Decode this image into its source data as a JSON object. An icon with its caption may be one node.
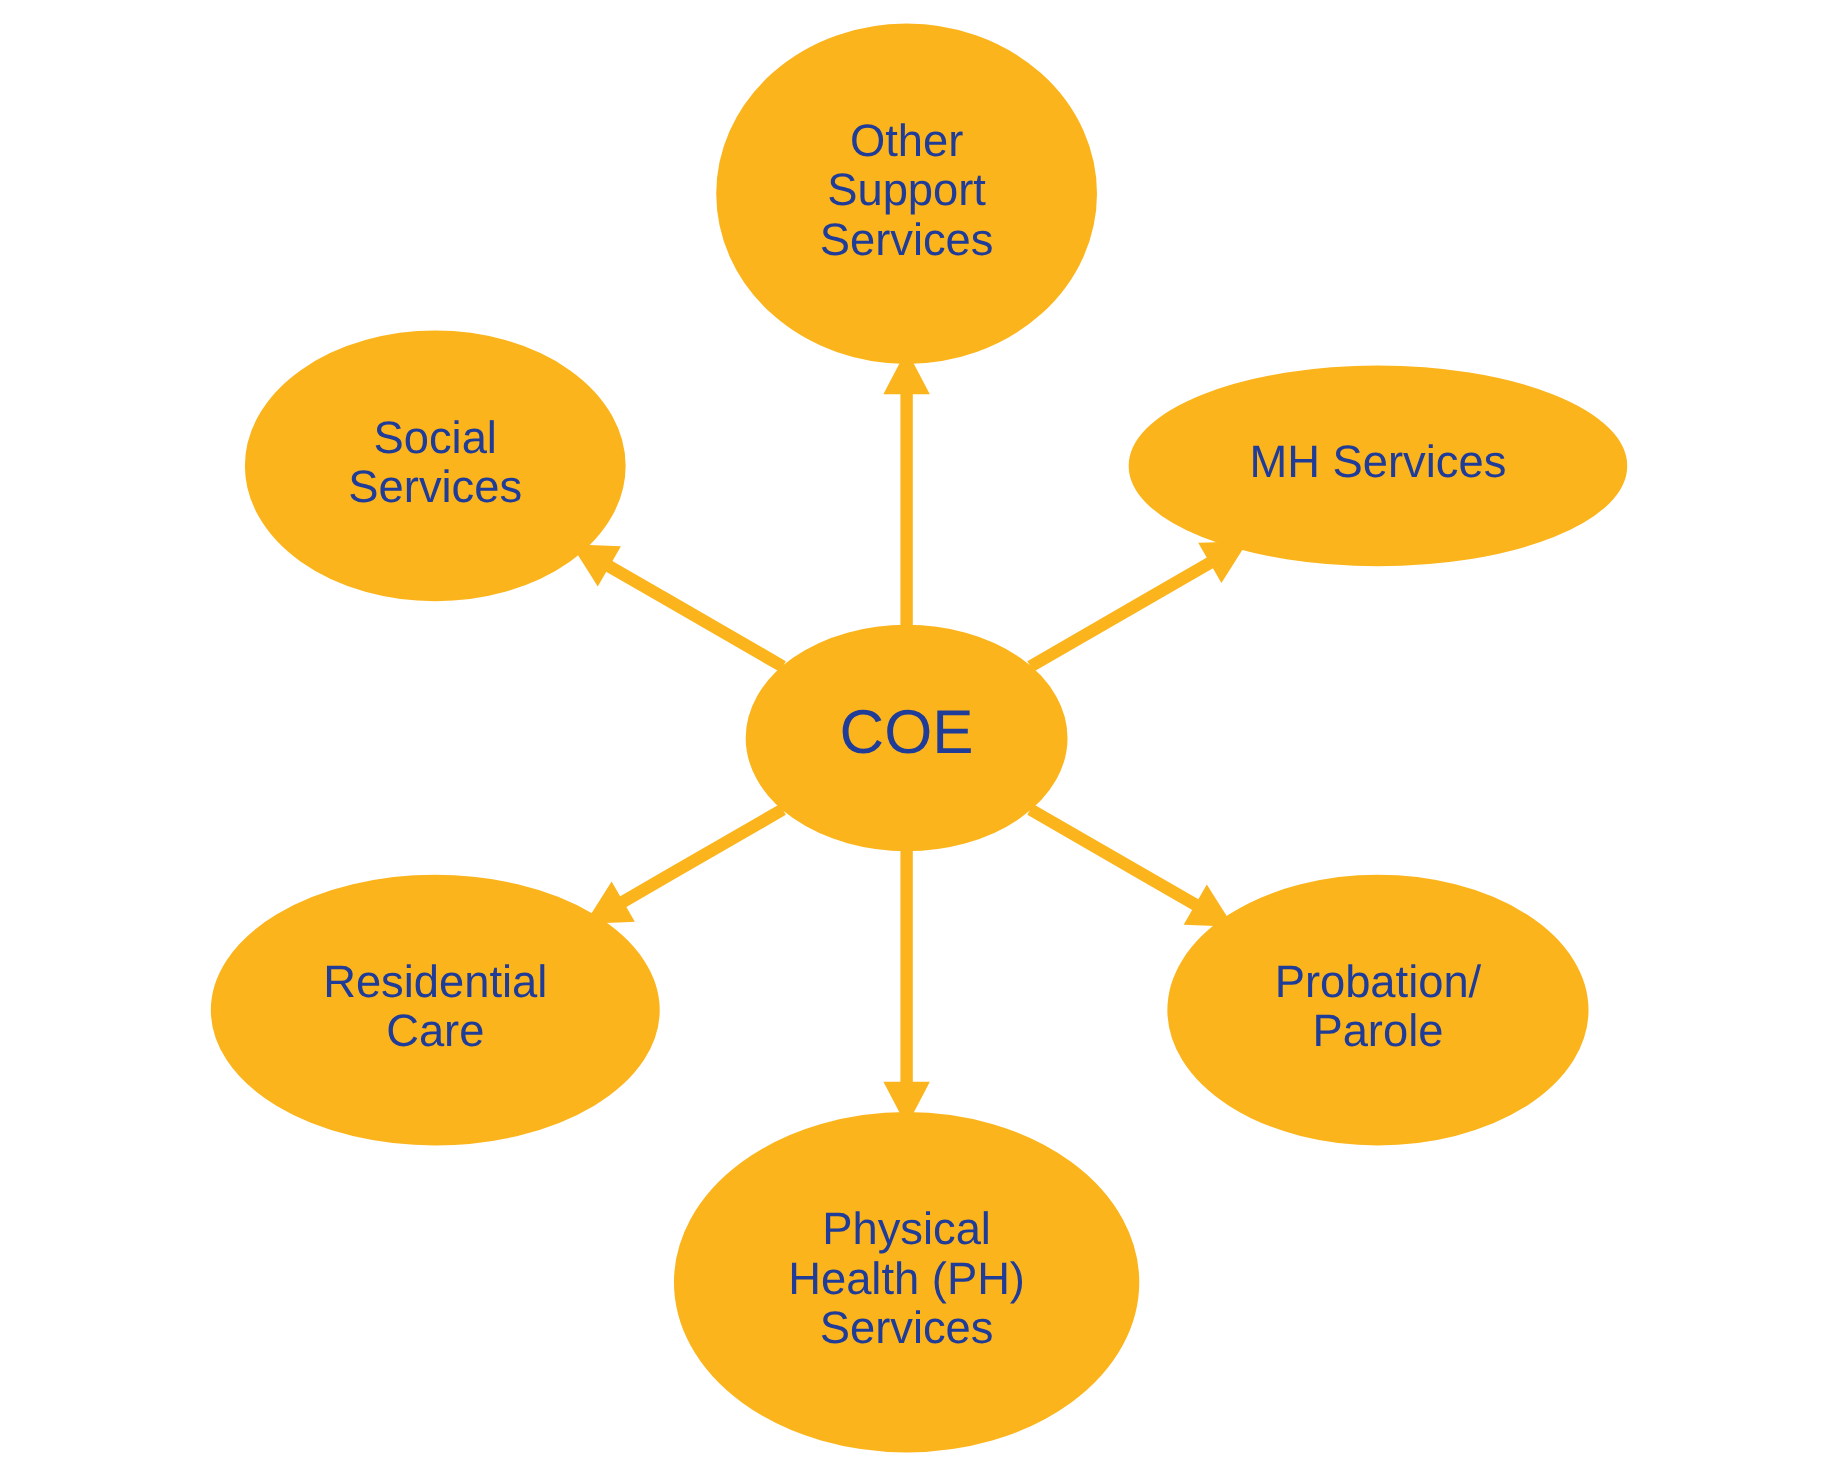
{
  "diagram": {
    "nodes": [
      {
        "text": [
          "MH Services"
        ]
      },
      {
        "text": [
          "Other Support Services"
        ]
      },
      {
        "text": [
          "Social Services"
        ]
      },
      {
        "text": [
          "COE"
        ]
      },
      {
        "text": [
          "Residential Care"
        ]
      },
      {
        "text": [
          "Physical Health (PH) Services"
        ]
      },
      {
        "text": [
          "Probation/ Parole"
        ]
      }
    ],
    "edges": [
      {
        "from": 3,
        "to": 0,
        "arrow": "to"
      },
      {
        "from": 3,
        "to": 2,
        "arrow": "to"
      },
      {
        "from": 3,
        "to": 5,
        "arrow": "to"
      },
      {
        "from": 3,
        "to": 6,
        "arrow": "to"
      },
      {
        "from": 3,
        "to": 4,
        "arrow": "to"
      },
      {
        "from": 3,
        "to": 1,
        "arrow": "to"
      }
    ]
  }
}
